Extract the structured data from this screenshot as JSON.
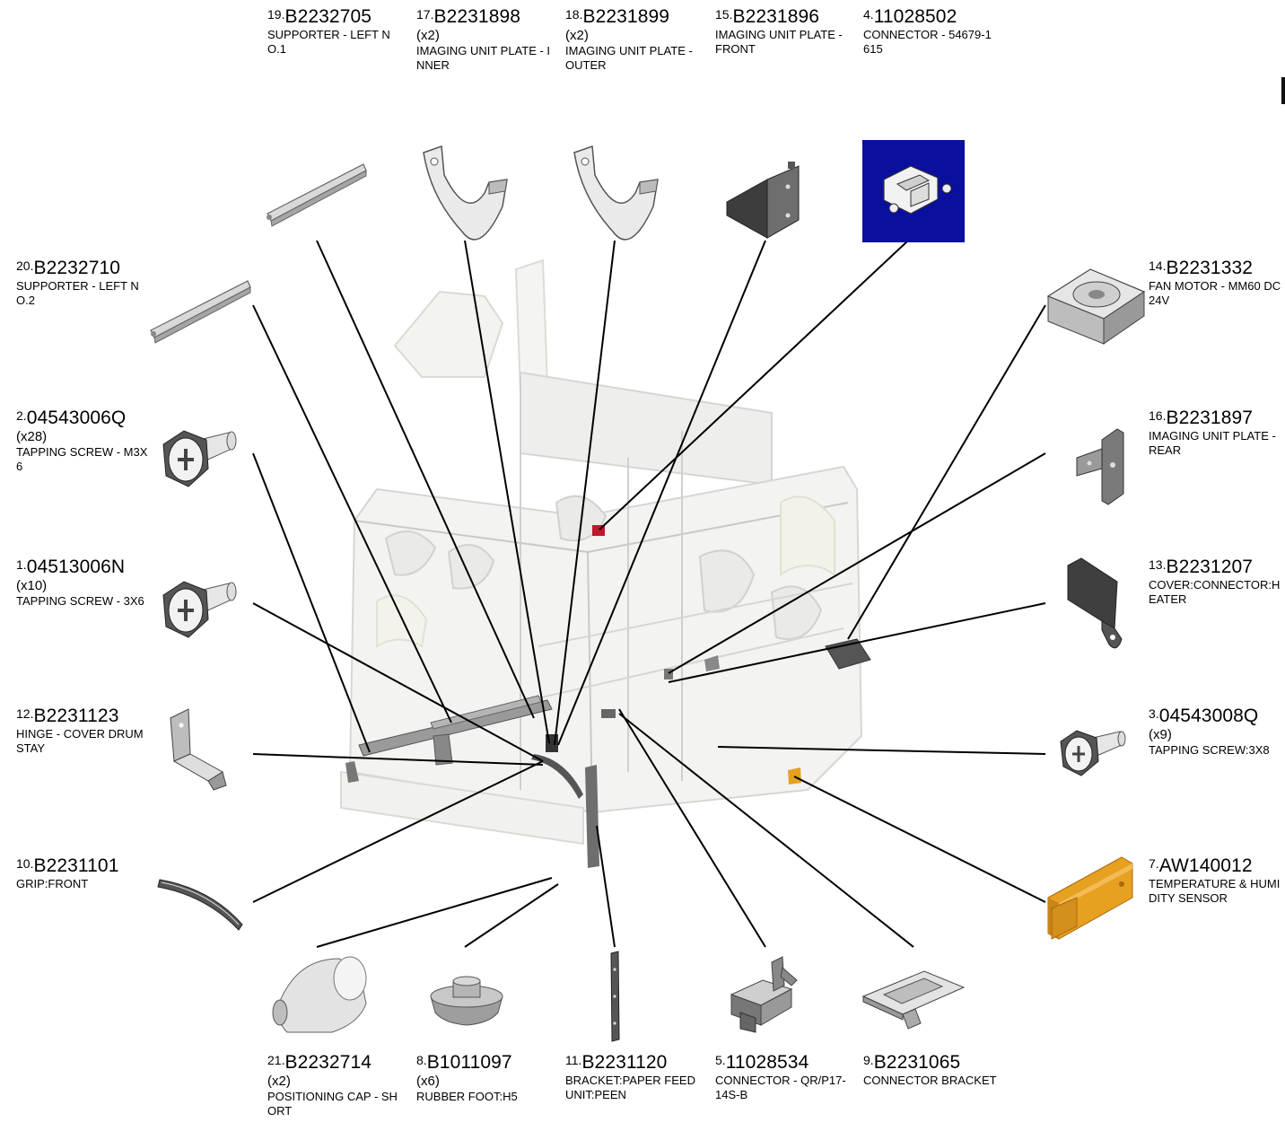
{
  "parts": [
    {
      "num": "19.",
      "part_no": "B2232705",
      "qty": "",
      "desc": "SUPPORTER - LEFT NO.1"
    },
    {
      "num": "17.",
      "part_no": "B2231898",
      "qty": "(x2)",
      "desc": "IMAGING UNIT PLATE - INNER"
    },
    {
      "num": "18.",
      "part_no": "B2231899",
      "qty": "(x2)",
      "desc": "IMAGING UNIT PLATE - OUTER"
    },
    {
      "num": "15.",
      "part_no": "B2231896",
      "qty": "",
      "desc": "IMAGING UNIT PLATE - FRONT"
    },
    {
      "num": "4.",
      "part_no": "11028502",
      "qty": "",
      "desc": "CONNECTOR - 54679-1615"
    },
    {
      "num": "20.",
      "part_no": "B2232710",
      "qty": "",
      "desc": "SUPPORTER - LEFT NO.2"
    },
    {
      "num": "14.",
      "part_no": "B2231332",
      "qty": "",
      "desc": "FAN MOTOR - MM60 DC24V"
    },
    {
      "num": "2.",
      "part_no": "04543006Q",
      "qty": "(x28)",
      "desc": "TAPPING SCREW - M3X6"
    },
    {
      "num": "16.",
      "part_no": "B2231897",
      "qty": "",
      "desc": "IMAGING UNIT PLATE - REAR"
    },
    {
      "num": "1.",
      "part_no": "04513006N",
      "qty": "(x10)",
      "desc": "TAPPING SCREW - 3X6"
    },
    {
      "num": "13.",
      "part_no": "B2231207",
      "qty": "",
      "desc": "COVER:CONNECTOR:HEATER"
    },
    {
      "num": "12.",
      "part_no": "B2231123",
      "qty": "",
      "desc": "HINGE - COVER DRUM STAY"
    },
    {
      "num": "3.",
      "part_no": "04543008Q",
      "qty": "(x9)",
      "desc": "TAPPING SCREW:3X8"
    },
    {
      "num": "10.",
      "part_no": "B2231101",
      "qty": "",
      "desc": "GRIP:FRONT"
    },
    {
      "num": "7.",
      "part_no": "AW140012",
      "qty": "",
      "desc": "TEMPERATURE & HUMIDITY SENSOR"
    },
    {
      "num": "21.",
      "part_no": "B2232714",
      "qty": "(x2)",
      "desc": "POSITIONING CAP - SHORT"
    },
    {
      "num": "8.",
      "part_no": "B1011097",
      "qty": "(x6)",
      "desc": "RUBBER FOOT:H5"
    },
    {
      "num": "11.",
      "part_no": "B2231120",
      "qty": "",
      "desc": "BRACKET:PAPER FEED UNIT:PEEN"
    },
    {
      "num": "5.",
      "part_no": "11028534",
      "qty": "",
      "desc": "CONNECTOR - QR/P17-14S-B"
    },
    {
      "num": "9.",
      "part_no": "B2231065",
      "qty": "",
      "desc": "CONNECTOR BRACKET"
    }
  ],
  "icons": [
    "supporter-bar-icon",
    "u-plate-icon",
    "angle-bracket-icon",
    "connector-thumbnail-icon",
    "fan-motor-icon",
    "hex-screw-icon",
    "l-bracket-icon",
    "cover-plate-icon",
    "hinge-icon",
    "grip-icon",
    "sensor-icon",
    "positioning-cap-icon",
    "rubber-foot-icon",
    "bracket-strip-icon",
    "connector-icon",
    "connector-bracket-icon"
  ],
  "colors": {
    "thumbnail_bg": "#0b0f9e",
    "sensor": "#e8a020",
    "line": "#000000",
    "part_gray": "#8c8c8c"
  }
}
